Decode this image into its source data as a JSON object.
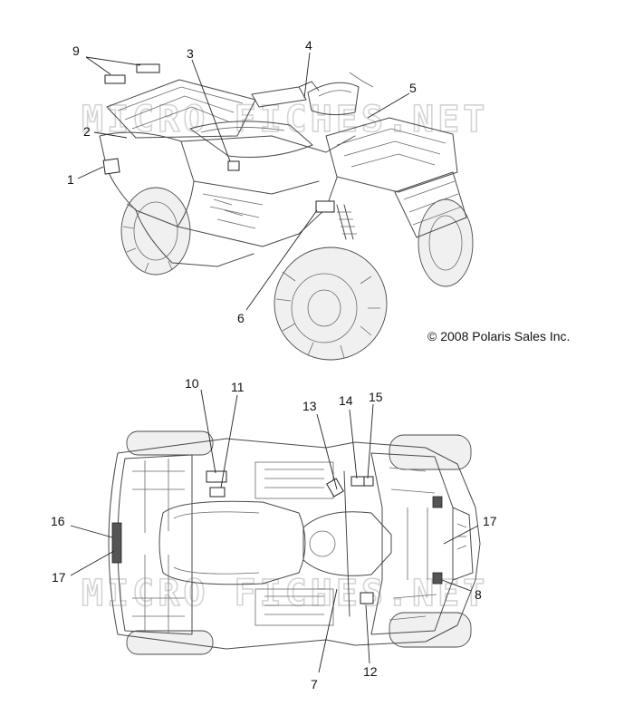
{
  "copyright": "© 2008 Polaris Sales Inc.",
  "watermarks": [
    "MICRO FICHES.NET",
    "MICRO FICHES.NET"
  ],
  "callouts": [
    "1",
    "2",
    "3",
    "4",
    "5",
    "6",
    "7",
    "8",
    "9",
    "10",
    "11",
    "12",
    "13",
    "14",
    "15",
    "16",
    "17",
    "17"
  ]
}
